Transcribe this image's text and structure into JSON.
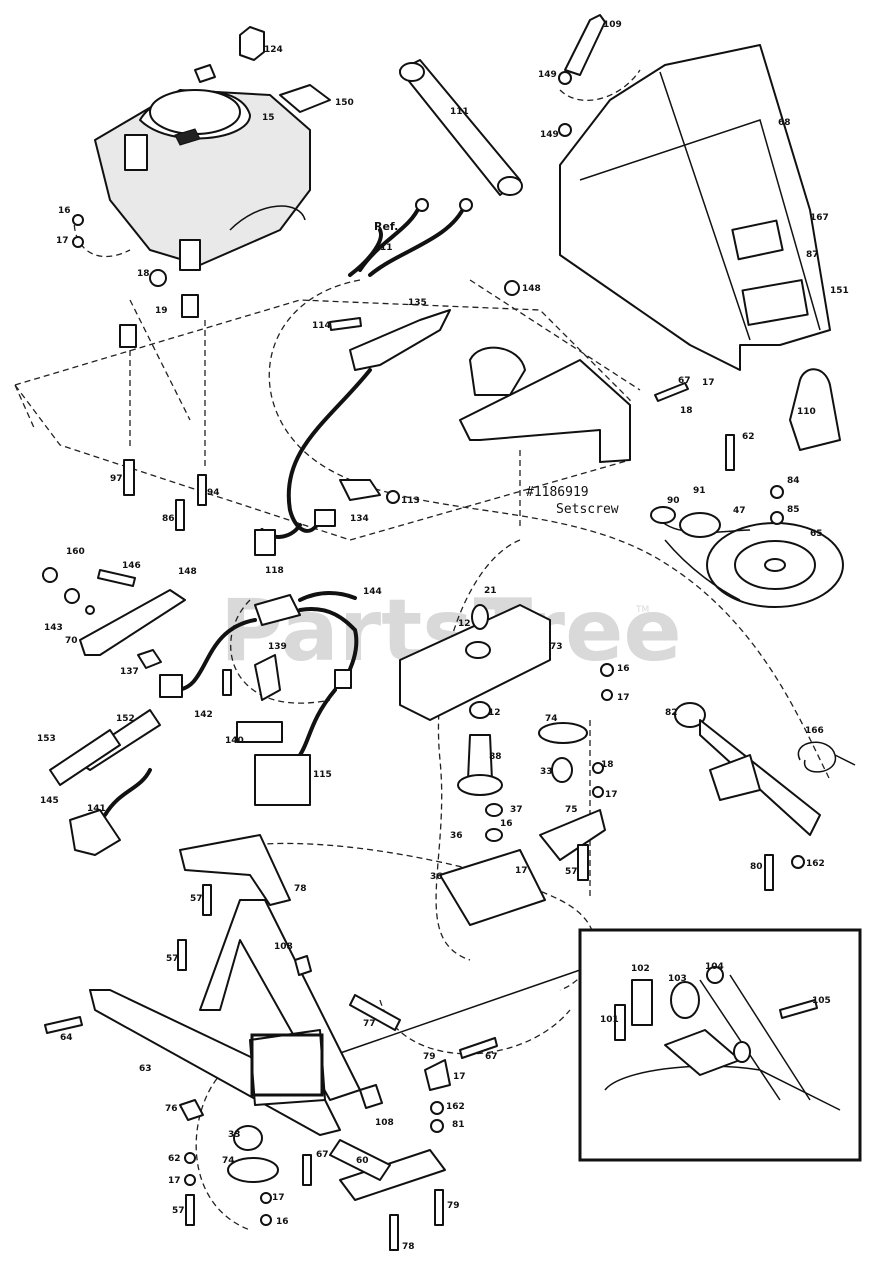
{
  "watermark": {
    "brand": "PartsTree",
    "trademark": "TM"
  },
  "annotations": {
    "ref": "Ref.",
    "part_number": "#1186919",
    "part_name": "Setscrew"
  },
  "labels": {
    "l109": "109",
    "l124": "124",
    "l15": "15",
    "l150": "150",
    "l111": "111",
    "l149a": "149",
    "l149b": "149",
    "l68": "68",
    "l167": "167",
    "l87": "87",
    "l151": "151",
    "l16a": "16",
    "l17a": "17",
    "l18a": "18",
    "l19": "19",
    "l11": "11",
    "l135": "135",
    "l148": "148",
    "l114": "114",
    "l67a": "67",
    "l17b": "17",
    "l18b": "18",
    "l110": "110",
    "l62a": "62",
    "l97": "97",
    "l86": "86",
    "l94": "94",
    "l113": "113",
    "l134": "134",
    "l84": "84",
    "l85": "85",
    "l90": "90",
    "l91": "91",
    "l47": "47",
    "l65": "65",
    "l118": "118",
    "l160": "160",
    "l146": "146",
    "l143": "143",
    "l70": "70",
    "l144": "144",
    "l21": "21",
    "l12a": "12",
    "l73": "73",
    "l137": "137",
    "l142": "142",
    "l139": "139",
    "l16b": "16",
    "l17c": "17",
    "l153": "153",
    "l152": "152",
    "l140": "140",
    "l12b": "12",
    "l74a": "74",
    "l82": "82",
    "l166": "166",
    "l88": "88",
    "l145": "145",
    "l115": "115",
    "l33a": "33",
    "l18c": "18",
    "l17d": "17",
    "l141": "141",
    "l37": "37",
    "l75": "75",
    "l36": "36",
    "l16c": "16",
    "l17e": "17",
    "l57a": "57",
    "l80": "80",
    "l162a": "162",
    "l57b": "57",
    "l78": "78",
    "l38": "38",
    "l57c": "57",
    "l108a": "108",
    "l102": "102",
    "l103": "103",
    "l104": "104",
    "l101": "101",
    "l105": "105",
    "l64": "64",
    "l77": "77",
    "l63": "63",
    "l79": "79",
    "l17f": "17",
    "l67b": "67",
    "l76": "76",
    "l108b": "108",
    "l162b": "162",
    "l81": "81",
    "l33b": "33",
    "l62b": "62",
    "l74b": "74",
    "l17g": "17",
    "l57d": "57",
    "l67c": "67",
    "l17h": "17",
    "l16d": "16",
    "l60": "60",
    "l79b": "79",
    "l78b": "78"
  }
}
